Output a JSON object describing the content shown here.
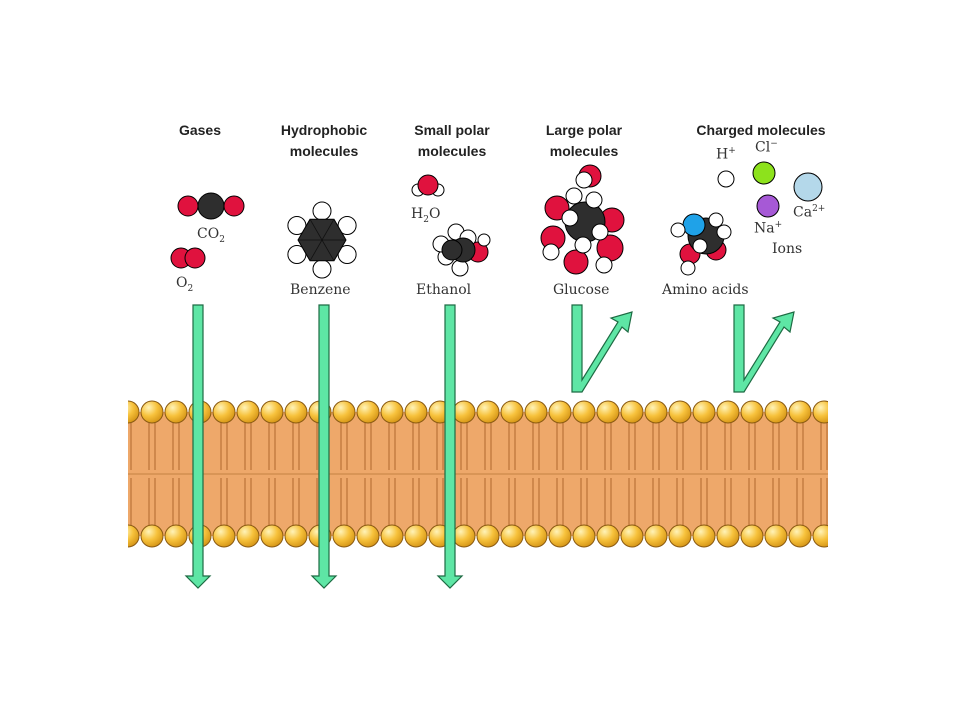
{
  "categories": [
    {
      "title": "Gases"
    },
    {
      "title_line1": "Hydrophobic",
      "title_line2": "molecules"
    },
    {
      "title_line1": "Small polar",
      "title_line2": "molecules"
    },
    {
      "title_line1": "Large polar",
      "title_line2": "molecules"
    },
    {
      "title": "Charged molecules"
    }
  ],
  "labels": {
    "co2": {
      "main": "CO",
      "sub": "2"
    },
    "o2": {
      "main": "O",
      "sub": "2"
    },
    "benzene": "Benzene",
    "water": {
      "pre": "H",
      "sub": "2",
      "post": "O"
    },
    "ethanol": "Ethanol",
    "glucose": "Glucose",
    "amino_acids": "Amino acids",
    "h_ion": {
      "main": "H",
      "sup": "+"
    },
    "cl_ion": {
      "main": "Cl",
      "sup": "−"
    },
    "na_ion": {
      "main": "Na",
      "sup": "+"
    },
    "ca_ion": {
      "main": "Ca",
      "sup": "2+"
    },
    "ions": "Ions"
  },
  "colors": {
    "oxygen": "#e0123e",
    "carbon": "#2e2e2e",
    "hydrogen": "#ffffff",
    "nitrogen": "#1fa2e8",
    "h_ion": "#ffffff",
    "cl_ion": "#8de21c",
    "na_ion": "#a659d6",
    "ca_ion": "#b4d8ea",
    "arrow": "#5ee6a5",
    "arrow_outline": "#1d6b43",
    "membrane_fill": "#eea86a",
    "lipid_head": "#f7c23c",
    "lipid_tail": "#b0672d"
  },
  "passage": [
    {
      "molecule": "gases",
      "crosses_membrane": true
    },
    {
      "molecule": "hydrophobic",
      "crosses_membrane": true
    },
    {
      "molecule": "small_polar",
      "crosses_membrane": true
    },
    {
      "molecule": "large_polar",
      "crosses_membrane": false
    },
    {
      "molecule": "charged",
      "crosses_membrane": false
    }
  ]
}
